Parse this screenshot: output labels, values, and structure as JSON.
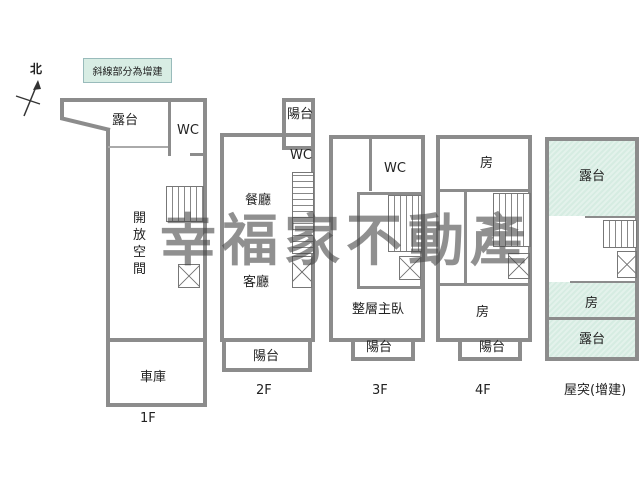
{
  "compass": {
    "label": "北"
  },
  "legend_note": "斜線部分為增建",
  "watermark": "幸福家不動產",
  "floors": [
    {
      "name": "1F",
      "rooms": [
        "露台",
        "WC",
        "開放空間",
        "車庫"
      ]
    },
    {
      "name": "2F",
      "rooms": [
        "陽台",
        "WC",
        "餐廳",
        "客廳",
        "陽台"
      ]
    },
    {
      "name": "3F",
      "rooms": [
        "WC",
        "整層主臥",
        "陽台"
      ]
    },
    {
      "name": "4F",
      "rooms": [
        "房",
        "房",
        "陽台"
      ]
    },
    {
      "name": "屋突(增建)",
      "rooms": [
        "露台",
        "房",
        "露台"
      ]
    }
  ],
  "colors": {
    "wall": "#8c8c8c",
    "addition_fill": "#d8ede4"
  }
}
